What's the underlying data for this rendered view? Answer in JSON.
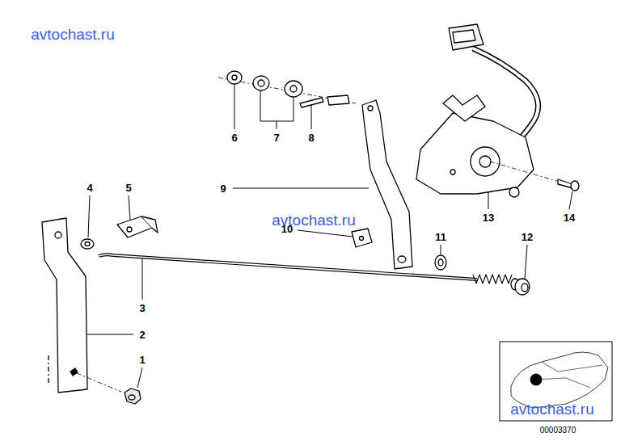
{
  "diagram": {
    "labels": [
      "avtochast.ru",
      "6",
      "7",
      "8",
      "9",
      "4",
      "5",
      "avtochast.ru",
      "10",
      "11",
      "12",
      "13",
      "14",
      "3",
      "2",
      "1",
      "avtochast.ru",
      "00003370"
    ]
  }
}
